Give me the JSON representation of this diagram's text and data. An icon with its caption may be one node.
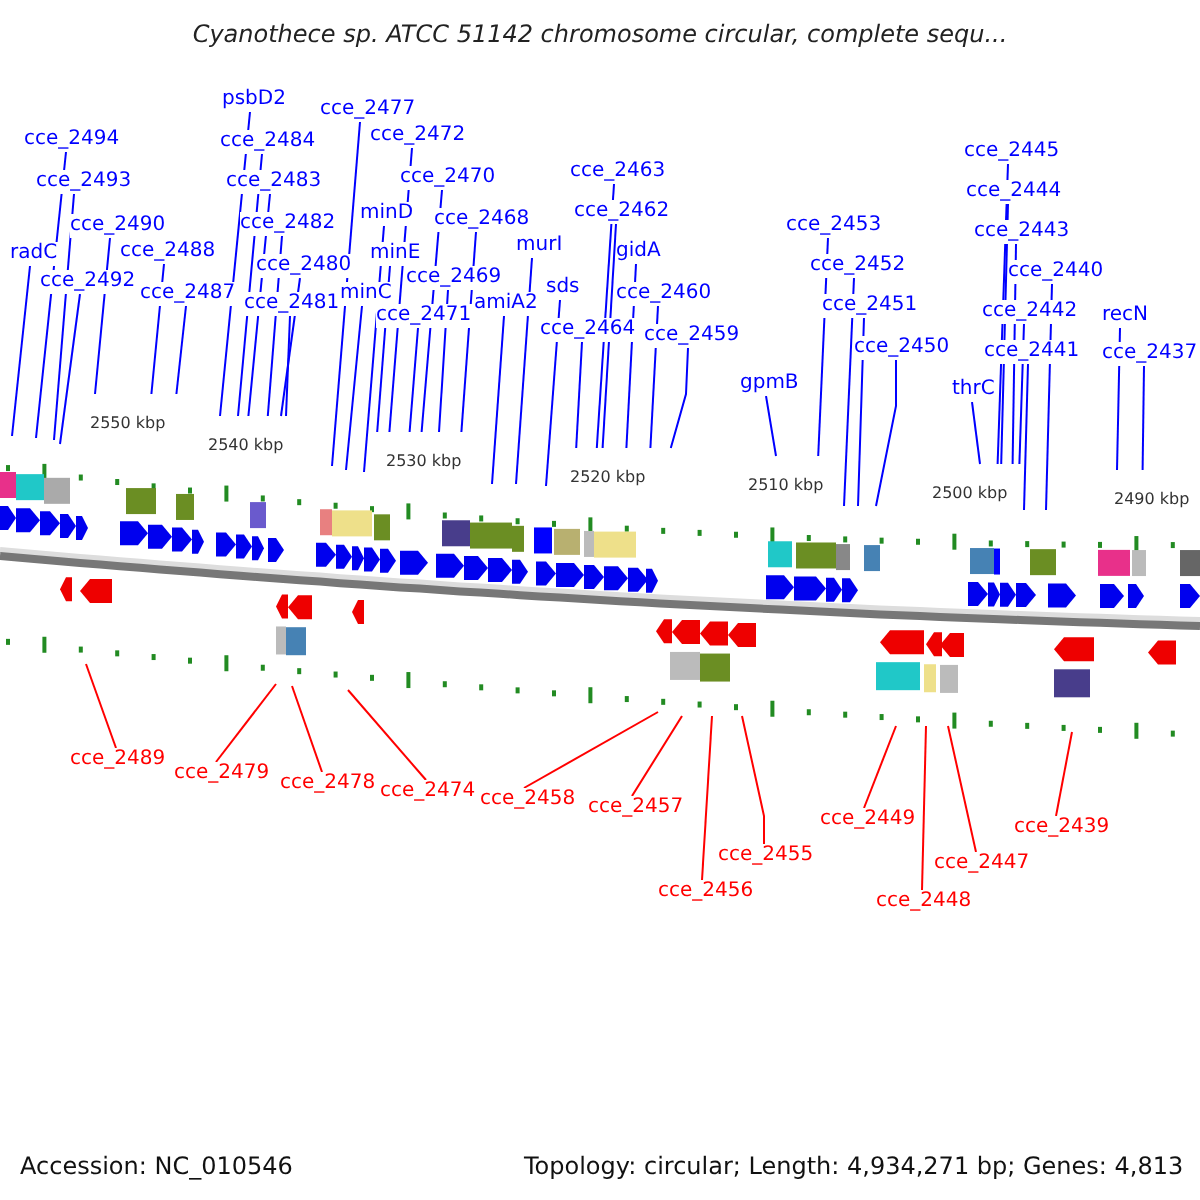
{
  "diagram": {
    "title": "Cyanothece sp. ATCC 51142 chromosome circular, complete sequ...",
    "nodes": [
      {
        "text": [
          "cce_2494"
        ]
      },
      {
        "text": [
          "cce_2493"
        ]
      },
      {
        "text": [
          "radC"
        ]
      },
      {
        "text": [
          "cce_2490"
        ]
      },
      {
        "text": [
          "cce_2492"
        ]
      },
      {
        "text": [
          "cce_2488"
        ]
      },
      {
        "text": [
          "cce_2487"
        ]
      },
      {
        "text": [
          "psbD2"
        ]
      },
      {
        "text": [
          "cce_2484"
        ]
      },
      {
        "text": [
          "cce_2483"
        ]
      },
      {
        "text": [
          "cce_2482"
        ]
      },
      {
        "text": [
          "cce_2480"
        ]
      },
      {
        "text": [
          "cce_2481"
        ]
      },
      {
        "text": [
          "cce_2477"
        ]
      },
      {
        "text": [
          "cce_2472"
        ]
      },
      {
        "text": [
          "minD"
        ]
      },
      {
        "text": [
          "cce_2470"
        ]
      },
      {
        "text": [
          "minE"
        ]
      },
      {
        "text": [
          "minC"
        ]
      },
      {
        "text": [
          "cce_2468"
        ]
      },
      {
        "text": [
          "cce_2469"
        ]
      },
      {
        "text": [
          "cce_2471"
        ]
      },
      {
        "text": [
          "murI"
        ]
      },
      {
        "text": [
          "amiA2"
        ]
      },
      {
        "text": [
          "sds"
        ]
      },
      {
        "text": [
          "cce_2464"
        ]
      },
      {
        "text": [
          "cce_2463"
        ]
      },
      {
        "text": [
          "cce_2462"
        ]
      },
      {
        "text": [
          "gidA"
        ]
      },
      {
        "text": [
          "cce_2460"
        ]
      },
      {
        "text": [
          "cce_2459"
        ]
      },
      {
        "text": [
          "gpmB"
        ]
      },
      {
        "text": [
          "cce_2453"
        ]
      },
      {
        "text": [
          "cce_2452"
        ]
      },
      {
        "text": [
          "cce_2451"
        ]
      },
      {
        "text": [
          "cce_2450"
        ]
      },
      {
        "text": [
          "thrC"
        ]
      },
      {
        "text": [
          "cce_2445"
        ]
      },
      {
        "text": [
          "cce_2444"
        ]
      },
      {
        "text": [
          "cce_2443"
        ]
      },
      {
        "text": [
          "cce_2440"
        ]
      },
      {
        "text": [
          "cce_2442"
        ]
      },
      {
        "text": [
          "cce_2441"
        ]
      },
      {
        "text": [
          "recN"
        ]
      },
      {
        "text": [
          "cce_2437"
        ]
      },
      {
        "text": [
          "cce_2489"
        ]
      },
      {
        "text": [
          "cce_2479"
        ]
      },
      {
        "text": [
          "cce_2478"
        ]
      },
      {
        "text": [
          "cce_2474"
        ]
      },
      {
        "text": [
          "cce_2458"
        ]
      },
      {
        "text": [
          "cce_2457"
        ]
      },
      {
        "text": [
          "cce_2455"
        ]
      },
      {
        "text": [
          "cce_2449"
        ]
      },
      {
        "text": [
          "cce_2456"
        ]
      },
      {
        "text": [
          "cce_2447"
        ]
      },
      {
        "text": [
          "cce_2448"
        ]
      },
      {
        "text": [
          "cce_2439"
        ]
      }
    ],
    "edges": [
      {
        "from": 0,
        "to": null,
        "arrow": "none"
      },
      {
        "from": 1,
        "to": null,
        "arrow": "none"
      },
      {
        "from": 2,
        "to": null,
        "arrow": "none"
      },
      {
        "from": 3,
        "to": null,
        "arrow": "none"
      },
      {
        "from": 4,
        "to": null,
        "arrow": "none"
      },
      {
        "from": 5,
        "to": null,
        "arrow": "none"
      },
      {
        "from": 6,
        "to": null,
        "arrow": "none"
      },
      {
        "from": 7,
        "to": null,
        "arrow": "none"
      },
      {
        "from": 8,
        "to": null,
        "arrow": "none"
      },
      {
        "from": 9,
        "to": null,
        "arrow": "none"
      },
      {
        "from": 10,
        "to": null,
        "arrow": "none"
      },
      {
        "from": 11,
        "to": null,
        "arrow": "none"
      },
      {
        "from": 12,
        "to": null,
        "arrow": "none"
      },
      {
        "from": 13,
        "to": null,
        "arrow": "none"
      },
      {
        "from": 14,
        "to": null,
        "arrow": "none"
      },
      {
        "from": 15,
        "to": null,
        "arrow": "none"
      },
      {
        "from": 16,
        "to": null,
        "arrow": "none"
      },
      {
        "from": 17,
        "to": null,
        "arrow": "none"
      },
      {
        "from": 18,
        "to": null,
        "arrow": "none"
      },
      {
        "from": 19,
        "to": null,
        "arrow": "none"
      },
      {
        "from": 20,
        "to": null,
        "arrow": "none"
      },
      {
        "from": 21,
        "to": null,
        "arrow": "none"
      },
      {
        "from": 22,
        "to": null,
        "arrow": "none"
      },
      {
        "from": 23,
        "to": null,
        "arrow": "none"
      },
      {
        "from": 24,
        "to": null,
        "arrow": "none"
      },
      {
        "from": 25,
        "to": null,
        "arrow": "none"
      },
      {
        "from": 26,
        "to": null,
        "arrow": "none"
      },
      {
        "from": 27,
        "to": null,
        "arrow": "none"
      },
      {
        "from": 28,
        "to": null,
        "arrow": "none"
      },
      {
        "from": 29,
        "to": null,
        "arrow": "none"
      },
      {
        "from": 30,
        "to": null,
        "arrow": "none"
      },
      {
        "from": 31,
        "to": null,
        "arrow": "none"
      },
      {
        "from": 32,
        "to": null,
        "arrow": "none"
      },
      {
        "from": 33,
        "to": null,
        "arrow": "none"
      },
      {
        "from": 34,
        "to": null,
        "arrow": "none"
      },
      {
        "from": 35,
        "to": null,
        "arrow": "none"
      },
      {
        "from": 36,
        "to": null,
        "arrow": "none"
      },
      {
        "from": 37,
        "to": null,
        "arrow": "none"
      },
      {
        "from": 38,
        "to": null,
        "arrow": "none"
      },
      {
        "from": 39,
        "to": null,
        "arrow": "none"
      },
      {
        "from": 40,
        "to": null,
        "arrow": "none"
      },
      {
        "from": 41,
        "to": null,
        "arrow": "none"
      },
      {
        "from": 42,
        "to": null,
        "arrow": "none"
      },
      {
        "from": 43,
        "to": null,
        "arrow": "none"
      },
      {
        "from": 44,
        "to": null,
        "arrow": "none"
      },
      {
        "from": 45,
        "to": null,
        "arrow": "none",
        "color": "#ff0000"
      },
      {
        "from": 46,
        "to": null,
        "arrow": "none",
        "color": "#ff0000"
      },
      {
        "from": 47,
        "to": null,
        "arrow": "none",
        "color": "#ff0000"
      },
      {
        "from": 48,
        "to": null,
        "arrow": "none",
        "color": "#ff0000"
      },
      {
        "from": 49,
        "to": null,
        "arrow": "none",
        "color": "#ff0000"
      },
      {
        "from": 50,
        "to": null,
        "arrow": "none",
        "color": "#ff0000"
      },
      {
        "from": 51,
        "to": null,
        "arrow": "none",
        "color": "#ff0000"
      },
      {
        "from": 52,
        "to": null,
        "arrow": "none",
        "color": "#ff0000"
      },
      {
        "from": 53,
        "to": null,
        "arrow": "none",
        "color": "#ff0000"
      },
      {
        "from": 54,
        "to": null,
        "arrow": "none",
        "color": "#ff0000"
      },
      {
        "from": 55,
        "to": null,
        "arrow": "none",
        "color": "#ff0000"
      },
      {
        "from": 56,
        "to": null,
        "arrow": "none",
        "color": "#ff0000"
      }
    ],
    "labels": [
      "2550 kbp",
      "2540 kbp",
      "2530 kbp",
      "2520 kbp",
      "2510 kbp",
      "2500 kbp",
      "2490 kbp",
      "Accession: NC_010546",
      "Topology: circular; Length: 4,934,271 bp; Genes: 4,813"
    ]
  }
}
